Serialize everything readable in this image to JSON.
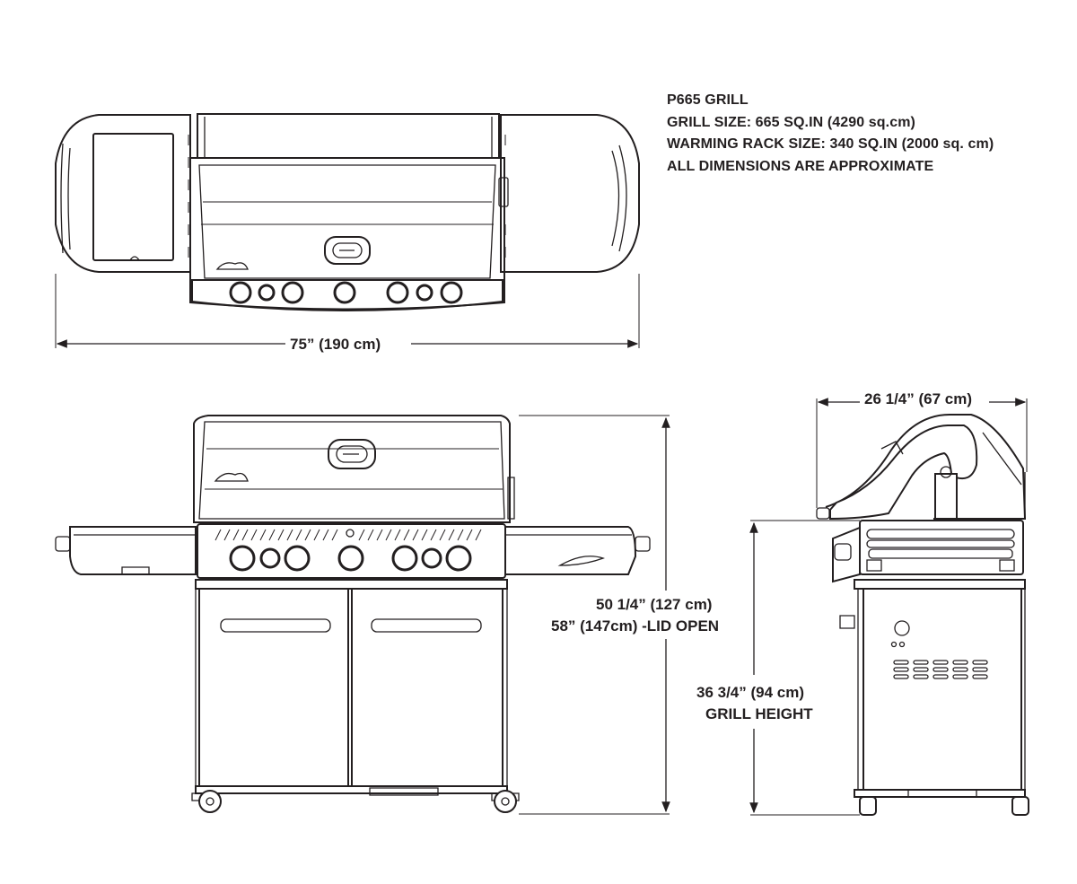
{
  "specs": {
    "model": "P665 GRILL",
    "grill_size": "GRILL SIZE: 665 SQ.IN (4290 sq.cm)",
    "warming_rack": "WARMING RACK SIZE: 340 SQ.IN (2000 sq. cm)",
    "note": "ALL DIMENSIONS ARE APPROXIMATE"
  },
  "dimensions": {
    "width": "75” (190 cm)",
    "depth": "26 1/4” (67 cm)",
    "height_closed": "50 1/4” (127 cm)",
    "height_open": "58” (147cm) -LID OPEN",
    "grill_height_value": "36 3/4” (94 cm)",
    "grill_height_label": "GRILL HEIGHT"
  },
  "colors": {
    "line": "#231f20",
    "background": "#ffffff"
  }
}
